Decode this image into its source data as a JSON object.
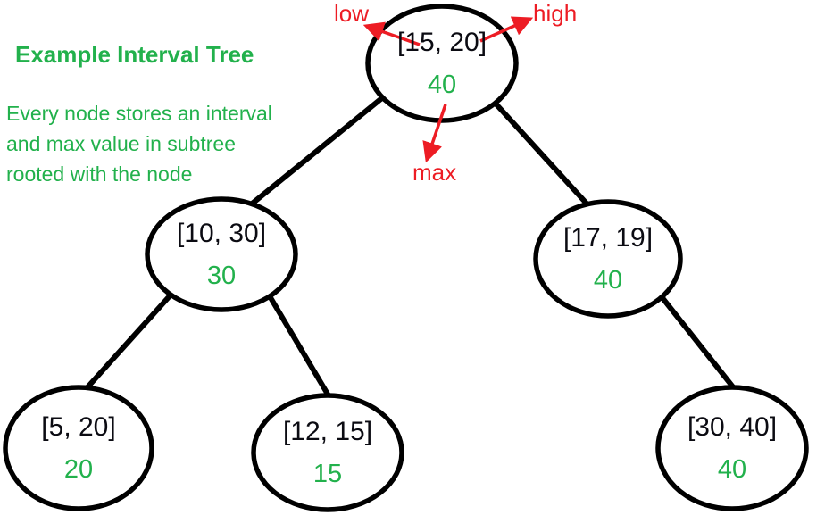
{
  "title": "Example Interval Tree",
  "description": {
    "line1": "Every node stores an interval",
    "line2": "and max value in subtree",
    "line3": "rooted with the node"
  },
  "annotations": {
    "low": "low",
    "high": "high",
    "max": "max"
  },
  "tree": {
    "nodes": [
      {
        "interval": "[15, 20]",
        "max": "40",
        "role": "root"
      },
      {
        "interval": "[10, 30]",
        "max": "30",
        "role": "left child of [15, 20]"
      },
      {
        "interval": "[17, 19]",
        "max": "40",
        "role": "right child of [15, 20]"
      },
      {
        "interval": "[5, 20]",
        "max": "20",
        "role": "left child of [10, 30]"
      },
      {
        "interval": "[12, 15]",
        "max": "15",
        "role": "right child of [10, 30]"
      },
      {
        "interval": "[30, 40]",
        "max": "40",
        "role": "right child of [17, 19]"
      }
    ],
    "edges": [
      {
        "from": "[15, 20]",
        "to": "[10, 30]"
      },
      {
        "from": "[15, 20]",
        "to": "[17, 19]"
      },
      {
        "from": "[10, 30]",
        "to": "[5, 20]"
      },
      {
        "from": "[10, 30]",
        "to": "[12, 15]"
      },
      {
        "from": "[17, 19]",
        "to": "[30, 40]"
      }
    ]
  },
  "colors": {
    "green": "#22b14c",
    "red": "#ed1c24",
    "node_outline": "#000000",
    "node_text": "#0b0b12"
  }
}
